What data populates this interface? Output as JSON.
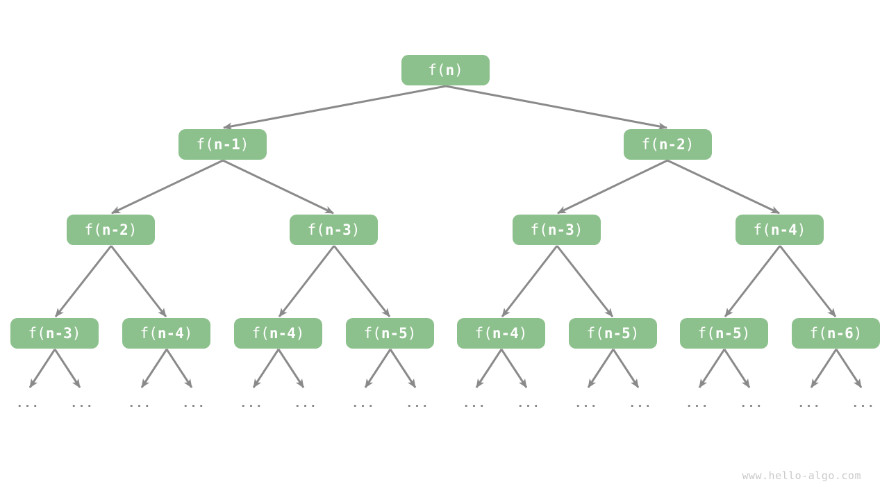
{
  "diagram": {
    "type": "recursion-tree",
    "watermark": "www.hello-algo.com",
    "ellipsis": "...",
    "colors": {
      "node_fill": "#8CC08C",
      "node_text": "#FFFFFF",
      "edge": "#8A8A8A",
      "ellipsis_dots": "#8A8A8A",
      "watermark": "#C9C9C9",
      "background": "#FFFFFF"
    },
    "nodes": {
      "root": {
        "prefix": "f(",
        "core": "n",
        "suffix": ")"
      },
      "level2": [
        {
          "prefix": "f(",
          "core": "n-1",
          "suffix": ")"
        },
        {
          "prefix": "f(",
          "core": "n-2",
          "suffix": ")"
        }
      ],
      "level3": [
        {
          "prefix": "f(",
          "core": "n-2",
          "suffix": ")"
        },
        {
          "prefix": "f(",
          "core": "n-3",
          "suffix": ")"
        },
        {
          "prefix": "f(",
          "core": "n-3",
          "suffix": ")"
        },
        {
          "prefix": "f(",
          "core": "n-4",
          "suffix": ")"
        }
      ],
      "level4": [
        {
          "prefix": "f(",
          "core": "n-3",
          "suffix": ")"
        },
        {
          "prefix": "f(",
          "core": "n-4",
          "suffix": ")"
        },
        {
          "prefix": "f(",
          "core": "n-4",
          "suffix": ")"
        },
        {
          "prefix": "f(",
          "core": "n-5",
          "suffix": ")"
        },
        {
          "prefix": "f(",
          "core": "n-4",
          "suffix": ")"
        },
        {
          "prefix": "f(",
          "core": "n-5",
          "suffix": ")"
        },
        {
          "prefix": "f(",
          "core": "n-5",
          "suffix": ")"
        },
        {
          "prefix": "f(",
          "core": "n-6",
          "suffix": ")"
        }
      ]
    }
  }
}
